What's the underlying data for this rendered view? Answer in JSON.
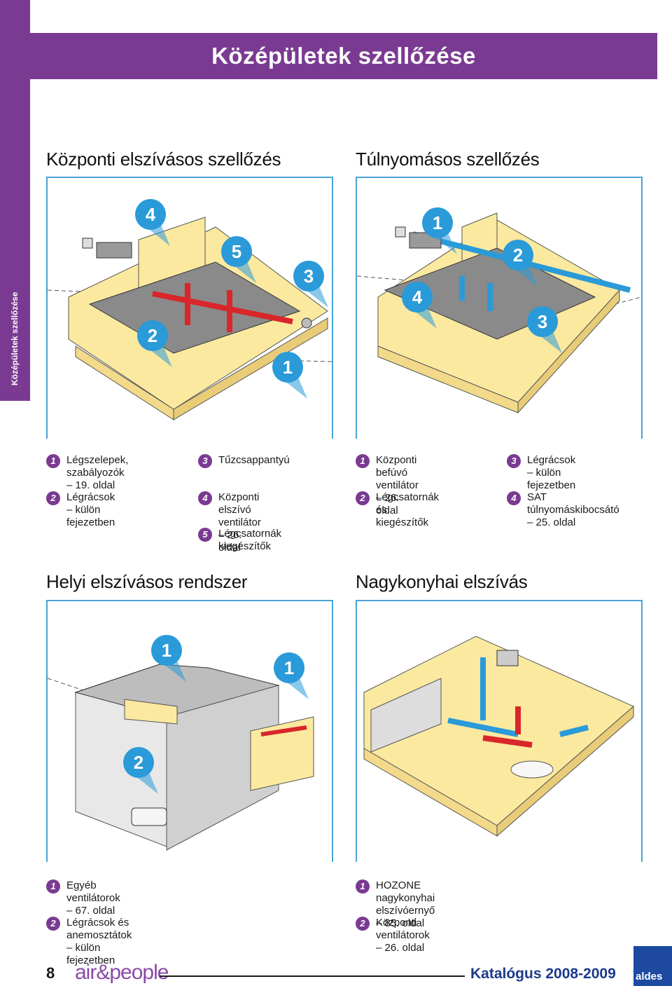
{
  "sidebar": {
    "label": "Középületek szellőzése"
  },
  "banner": {
    "title": "Középületek szellőzése"
  },
  "sections": {
    "central": {
      "title": "Központi elszívásos szellőzés",
      "callouts": [
        "4",
        "5",
        "3",
        "2",
        "1"
      ],
      "legend": [
        {
          "num": "1",
          "text": "Légszelepek, szabályozók\n– 19. oldal"
        },
        {
          "num": "2",
          "text": "Légrácsok\n– külön fejezetben"
        },
        {
          "num": "3",
          "text": "Tűzcsappantyú"
        },
        {
          "num": "4",
          "text": "Központi elszívó\nventilátor – 26. oldal"
        },
        {
          "num": "5",
          "text": "Légcsatornák\nkiegészítők"
        }
      ]
    },
    "overpressure": {
      "title": "Túlnyomásos szellőzés",
      "callouts": [
        "1",
        "2",
        "3",
        "4"
      ],
      "legend": [
        {
          "num": "1",
          "text": "Központi befúvó\nventilátor – 26. oldal"
        },
        {
          "num": "2",
          "text": "Légcsatornák és\nkiegészítők"
        },
        {
          "num": "3",
          "text": "Légrácsok\n– külön fejezetben"
        },
        {
          "num": "4",
          "text": "SAT túlnyomáskibocsátó\n– 25. oldal"
        }
      ]
    },
    "local": {
      "title": "Helyi elszívásos rendszer",
      "callouts": [
        "1",
        "1",
        "2"
      ],
      "legend": [
        {
          "num": "1",
          "text": "Egyéb ventilátorok\n– 67. oldal"
        },
        {
          "num": "2",
          "text": "Légrácsok és anemosztátok\n– külön fejezetben"
        }
      ]
    },
    "kitchen": {
      "title": "Nagykonyhai elszívás",
      "legend": [
        {
          "num": "1",
          "text": "HOZONE nagykonyhai\nelszívóernyő – 85. oldal"
        },
        {
          "num": "2",
          "text": "Központi ventilátorok\n– 26. oldal"
        }
      ]
    }
  },
  "footer": {
    "page_number": "8",
    "brand": "air&people",
    "catalog": "Katalógus 2008-2009",
    "logo": "aldes"
  },
  "colors": {
    "purple": "#7a3a92",
    "panel_border": "#4aa3d8",
    "wall": "#fbe9a0",
    "duct_red": "#d9262a",
    "duct_blue": "#2a9ad8",
    "roof_gray": "#8a8a8a"
  }
}
